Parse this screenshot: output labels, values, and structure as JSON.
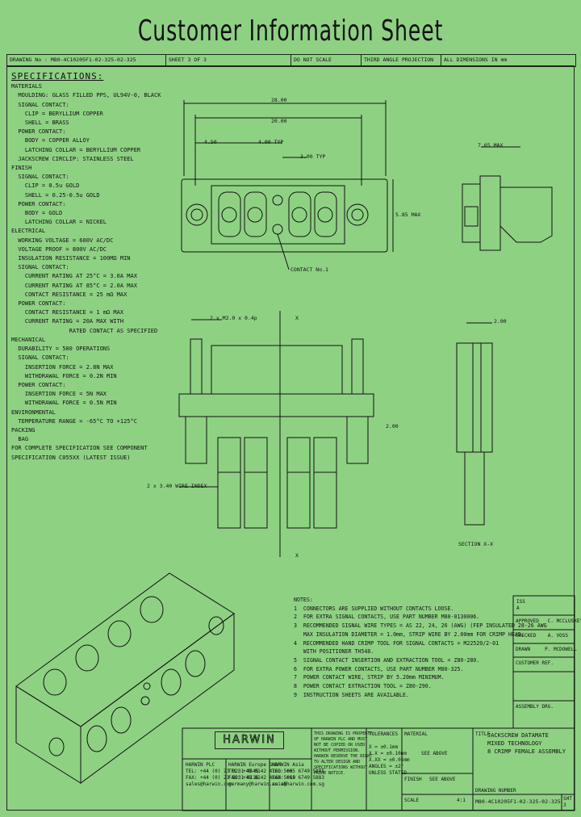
{
  "title": "Customer Information Sheet",
  "header": {
    "drawing_no": "DRAWING No : M80-4C10205F1-02-325-02-325",
    "sheet": "SHEET 3 OF 3",
    "do_not_scale": "DO NOT SCALE",
    "third_angle": "THIRD ANGLE PROJECTION",
    "dimensions": "ALL DIMENSIONS IN mm"
  },
  "spec": {
    "heading": "SPECIFICATIONS:",
    "lines": [
      "MATERIALS",
      "  MOULDING: GLASS FILLED PPS, UL94V-0, BLACK",
      "  SIGNAL CONTACT:",
      "    CLIP = BERYLLIUM COPPER",
      "    SHELL = BRASS",
      "  POWER CONTACT:",
      "    BODY = COPPER ALLOY",
      "    LATCHING COLLAR = BERYLLIUM COPPER",
      "  JACKSCREW CIRCLIP: STAINLESS STEEL",
      "FINISH",
      "  SIGNAL CONTACT:",
      "    CLIP = 0.5u GOLD",
      "    SHELL = 0.25-0.5u GOLD",
      "  POWER CONTACT:",
      "    BODY = GOLD",
      "    LATCHING COLLAR = NICKEL",
      "ELECTRICAL",
      "  WORKING VOLTAGE = 600V AC/DC",
      "  VOLTAGE PROOF = 800V AC/DC",
      "  INSULATION RESISTANCE = 100MΩ MIN",
      "  SIGNAL CONTACT:",
      "    CURRENT RATING AT 25°C = 3.0A MAX",
      "    CURRENT RATING AT 85°C = 2.0A MAX",
      "    CONTACT RESISTANCE = 25 mΩ MAX",
      "  POWER CONTACT:",
      "    CONTACT RESISTANCE = 1 mΩ MAX",
      "    CURRENT RATING = 20A MAX WITH",
      "                 RATED CONTACT AS SPECIFIED",
      "MECHANICAL",
      "  DURABILITY = 500 OPERATIONS",
      "  SIGNAL CONTACT:",
      "    INSERTION FORCE = 2.8N MAX",
      "    WITHDRAWAL FORCE = 0.2N MIN",
      "  POWER CONTACT:",
      "    INSERTION FORCE = 5N MAX",
      "    WITHDRAWAL FORCE = 0.5N MIN",
      "ENVIRONMENTAL",
      "  TEMPERATURE RANGE = -65°C TO +125°C",
      "PACKING",
      "  BAG",
      "FOR COMPLETE SPECIFICATION SEE COMPONENT",
      "SPECIFICATION C055XX (LATEST ISSUE)"
    ]
  },
  "dims": {
    "d1": "28.00",
    "d2": "20.00",
    "d3": "4.50",
    "d4": "4.00 TYP",
    "d5": "3.00 TYP",
    "d6": "7.65 MAX",
    "d7": "5.85 MAX",
    "d8": "2.00",
    "d9": "2.00",
    "contact_no": "CONTACT No.1",
    "jackscrew": "2 x M2.0 x 0.4p",
    "pin": "2 x 3.40 WIRE INDEX",
    "section_x": "X",
    "section_label": "SECTION X-X"
  },
  "notes": {
    "lines": [
      "NOTES:",
      "1  CONNECTORS ARE SUPPLIED WITHOUT CONTACTS LOOSE.",
      "2  FOR EXTRA SIGNAL CONTACTS, USE PART NUMBER M80-0130006.",
      "3  RECOMMENDED SIGNAL WIRE TYPES = AS 22, 24, 26 (AWG) (FEP INSULATED 28-26 AWG",
      "   MAX INSULATION DIAMETER = 1.0mm, STRIP WIRE BY 2.00mm FOR CRIMP HEAD.",
      "4  RECOMMENDED HAND CRIMP TOOL FOR SIGNAL CONTACTS = M22520/2-01",
      "   WITH POSITIONER TH548.",
      "5  SIGNAL CONTACT INSERTION AND EXTRACTION TOOL = Z80-280.",
      "6  FOR EXTRA POWER CONTACTS, USE PART NUMBER M80-325.",
      "7  POWER CONTACT WIRE, STRIP BY 5.20mm MINIMUM.",
      "8  POWER CONTACT EXTRACTION TOOL = Z80-290.",
      "9  INSTRUCTION SHEETS ARE AVAILABLE."
    ]
  },
  "titleblock": {
    "logo": "HARWIN",
    "uk": "HARWIN PLC\nTEL: +44 (0) 23 9231 4545\nFAX: +44 (0) 23 9231 0116\nsales@harwin.com",
    "europe": "HARWIN Europe GmbH\nTEL: +49 8142 4160 500\nFAX: +49 8142 4160 5010\ngermany@harwin.co.uk",
    "asia": "HARWIN Asia\nTEL: +65 6749 5885\nFAX: +65 6749 5883\nasia@harwin.com.sg",
    "disclaimer": "THIS DRAWING IS PROPERTY\nOF HARWIN PLC AND MUST\nNOT BE COPIED OR USED\nWITHOUT PERMISSION.\nHARWIN RESERVE THE RIGHT\nTO ALTER DESIGN AND\nSPECIFICATIONS WITHOUT\nPRIOR NOTICE.",
    "tolerances": "TOLERANCES\n\nX = ±0.1mm\nX.X = ±0.10mm\nX.XX = ±0.05mm\nANGLES = ±2°\nUNLESS STATED",
    "material_label": "MATERIAL",
    "material_value": "SEE ABOVE",
    "finish_label": "FINISH",
    "finish_value": "SEE ABOVE",
    "scale_label": "SCALE",
    "scale_value": "4:1",
    "title_label": "TITLE",
    "title_value": "JACKSCREW DATAMATE\nMIXED TECHNOLOGY\n8 CRIMP FEMALE ASSEMBLY",
    "drawing_label": "DRAWING NUMBER",
    "drawing_value": "M80-4C10205F1-02-325-02-325",
    "sheet": "SHT\n3",
    "issue": "ISS\nA",
    "approved": "APPROVED   C. MCCLUSKEY",
    "checked": "CHECKED    A. VOSS",
    "drawn": "DRAWN     P. MCDOWELL",
    "customer": "CUSTOMER REF.",
    "assembly": "ASSEMBLY DRG."
  }
}
